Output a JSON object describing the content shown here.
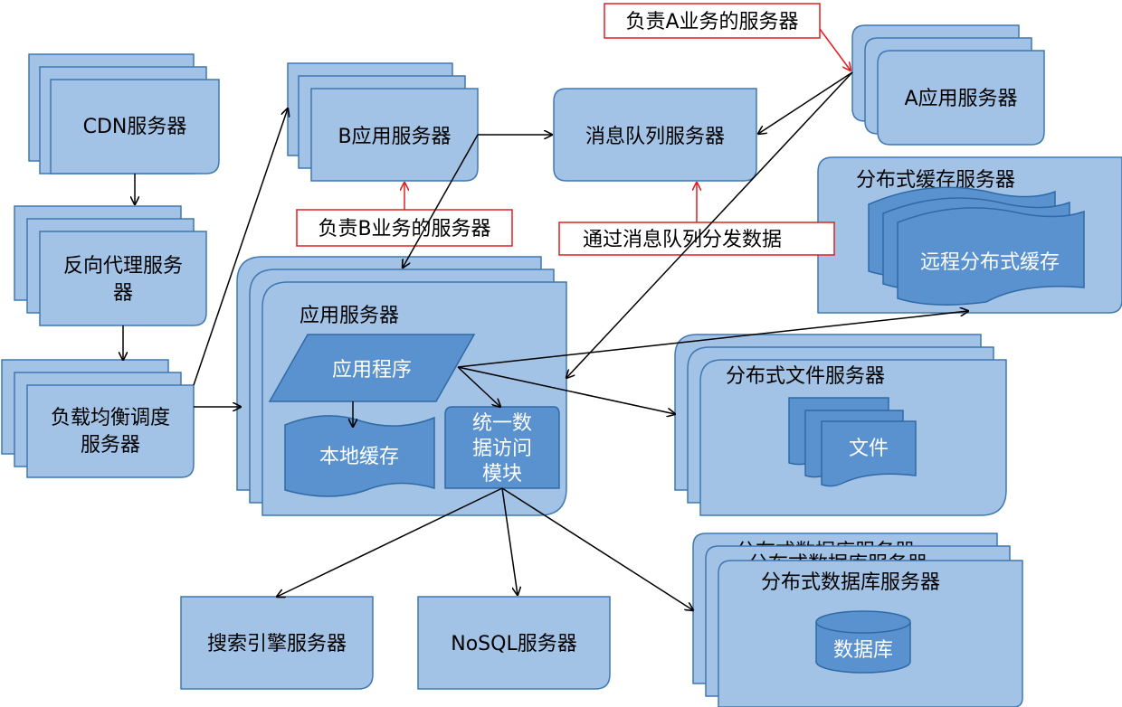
{
  "colors": {
    "box_fill": "#a3c3e6",
    "box_stroke": "#3f78b3",
    "inner_fill": "#5a92cf",
    "inner_stroke": "#2f6aa6",
    "arrow": "#000000",
    "note_arrow": "#e02020",
    "note_border": "#e02020",
    "text_dark": "#000000",
    "text_light": "#ffffff"
  },
  "nodes": {
    "cdn": "CDN服务器",
    "reverse_proxy": [
      "反向代理服务",
      "器"
    ],
    "load_balancer": [
      "负载均衡调度",
      "服务器"
    ],
    "b_app": "B应用服务器",
    "mq": "消息队列服务器",
    "a_app": "A应用服务器",
    "dist_cache_server": "分布式缓存服务器",
    "remote_cache": "远程分布式缓存",
    "app_server": "应用服务器",
    "app_program": "应用程序",
    "local_cache": "本地缓存",
    "data_access": [
      "统一数",
      "据访问",
      "模块"
    ],
    "dist_file_server": "分布式文件服务器",
    "file": "文件",
    "search_engine": "搜索引擎服务器",
    "nosql": "NoSQL服务器",
    "dist_db_server": "分布式数据库服务器",
    "database": "数据库"
  },
  "notes": {
    "a_business": "负责A业务的服务器",
    "b_business": "负责B业务的服务器",
    "mq_dispatch": "通过消息队列分发数据"
  }
}
